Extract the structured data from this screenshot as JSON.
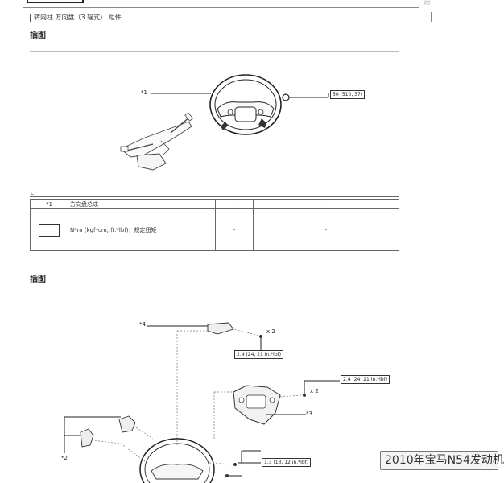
{
  "header": {
    "corner_text": "闭",
    "breadcrumb": "转向柱  方向盘（3 辐式）  组件"
  },
  "illustration1": {
    "title": "插图",
    "callout_1": "*1",
    "torque_1": "50 (510, 37)"
  },
  "legend": {
    "caption": "c",
    "row1": {
      "key": "*1",
      "label": "方向盘总成",
      "col3": "-",
      "col4": "-"
    },
    "row2": {
      "text": "N*m (kgf*cm, ft.*lbf)：规定扭矩",
      "col3": "-",
      "col4": "-"
    }
  },
  "illustration2": {
    "title": "插图",
    "callout_2": "*2",
    "callout_3": "*3",
    "callout_4": "*4",
    "qty_a": "x 2",
    "qty_b": "x 2",
    "torque_a": "2.4 (24, 21 in.*lbf)",
    "torque_b": "2.4 (24, 21 in.*lbf)",
    "torque_c": "1.3 (13, 12 in.*lbf)"
  },
  "watermark": {
    "text": "2010年宝马N54发动机"
  },
  "colors": {
    "line": "#222222",
    "rule": "#bbbbbb"
  }
}
